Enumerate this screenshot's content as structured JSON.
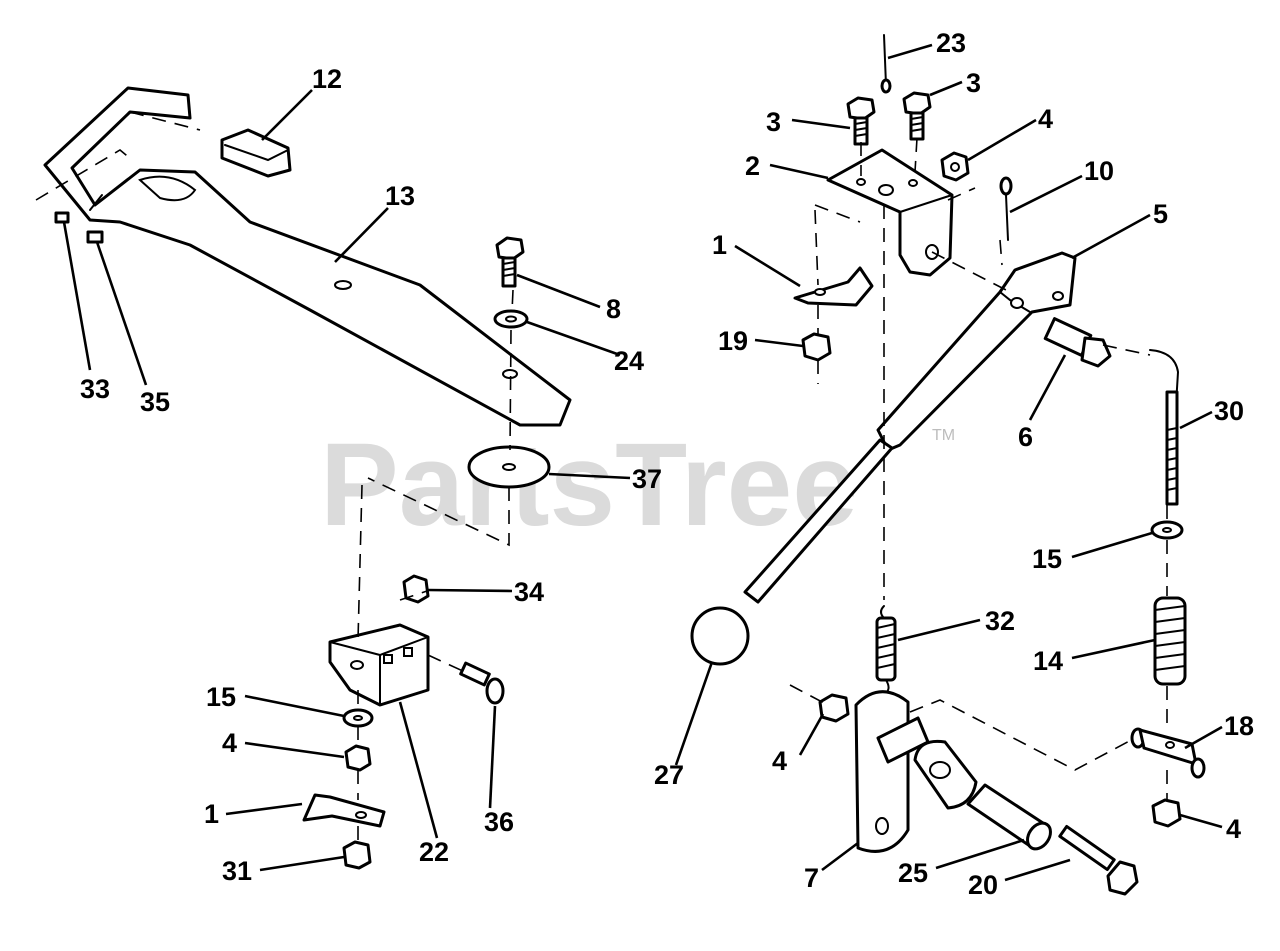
{
  "watermark": {
    "text": "PartsTree",
    "trademark": "TM"
  },
  "callouts": {
    "n1a": "1",
    "n1b": "1",
    "n2": "2",
    "n3a": "3",
    "n3b": "3",
    "n4a": "4",
    "n4b": "4",
    "n4c": "4",
    "n4d": "4",
    "n5": "5",
    "n6": "6",
    "n7": "7",
    "n8": "8",
    "n10": "10",
    "n12": "12",
    "n13": "13",
    "n14": "14",
    "n15a": "15",
    "n15b": "15",
    "n18": "18",
    "n19": "19",
    "n20": "20",
    "n22": "22",
    "n23": "23",
    "n24": "24",
    "n25": "25",
    "n27": "27",
    "n30": "30",
    "n31": "31",
    "n32": "32",
    "n33": "33",
    "n34": "34",
    "n35": "35",
    "n36": "36",
    "n37": "37"
  }
}
